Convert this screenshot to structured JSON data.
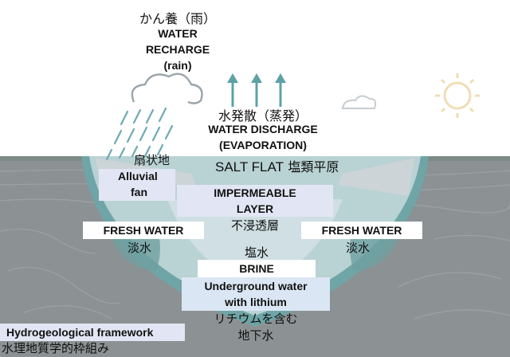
{
  "labels": {
    "recharge_ja": "かん養（雨）",
    "recharge_en_1": "WATER",
    "recharge_en_2": "RECHARGE",
    "recharge_en_3": "(rain)",
    "discharge_ja": "水発散（蒸発）",
    "discharge_en_1": "WATER  DISCHARGE",
    "discharge_en_2": "(EVAPORATION)",
    "alluvial_fan_ja": "扇状地",
    "alluvial_fan_en_1": "Alluvial",
    "alluvial_fan_en_2": "fan",
    "salt_flat_en": "SALT FLAT",
    "salt_flat_ja": "塩類平原",
    "impermeable_en_1": "IMPERMEABLE",
    "impermeable_en_2": "LAYER",
    "impermeable_ja": "不浸透層",
    "fresh_water_en": "FRESH WATER",
    "fresh_water_ja": "淡水",
    "brine_ja": "塩水",
    "brine_en": "BRINE",
    "underground_en_1": "Underground water",
    "underground_en_2": "with lithium",
    "underground_ja_1": "リチウムを含む",
    "underground_ja_2": "地下水",
    "framework_en": "Hydrogeological framework",
    "framework_ja": "水理地質学的枠組み"
  },
  "icons": [
    "rain-cloud-icon",
    "evaporation-arrows-icon",
    "sun-icon",
    "small-cloud-icon"
  ],
  "colors": {
    "ground": "#8c9193",
    "basin_rim": "#6fa5a6",
    "basin_fill": "#b9d2d4",
    "label_box": "#e2e6f4",
    "rain": "#6faab0",
    "sun": "#f1ddb5"
  }
}
